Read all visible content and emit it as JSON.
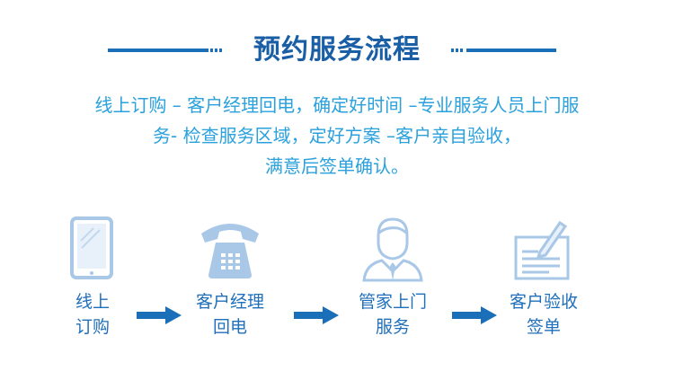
{
  "title": "预约服务流程",
  "description": {
    "line1": "线上订购 – 客户经理回电，确定好时间 –专业服务人员上门服",
    "line2": "务- 检查服务区域，定好方案 –客户亲自验收，",
    "line3": "满意后签单确认。"
  },
  "steps": [
    {
      "line1": "线上",
      "line2": "订购",
      "icon": "smartphone-icon"
    },
    {
      "line1": "客户经理",
      "line2": "回电",
      "icon": "telephone-icon"
    },
    {
      "line1": "管家上门",
      "line2": "服务",
      "icon": "person-icon"
    },
    {
      "line1": "客户验收",
      "line2": "签单",
      "icon": "document-sign-icon"
    }
  ],
  "colors": {
    "title": "#1a5ea6",
    "description": "#2aa1dc",
    "icon": "#a9c7e6",
    "arrow": "#1a6fb8",
    "label": "#1f6fba"
  }
}
